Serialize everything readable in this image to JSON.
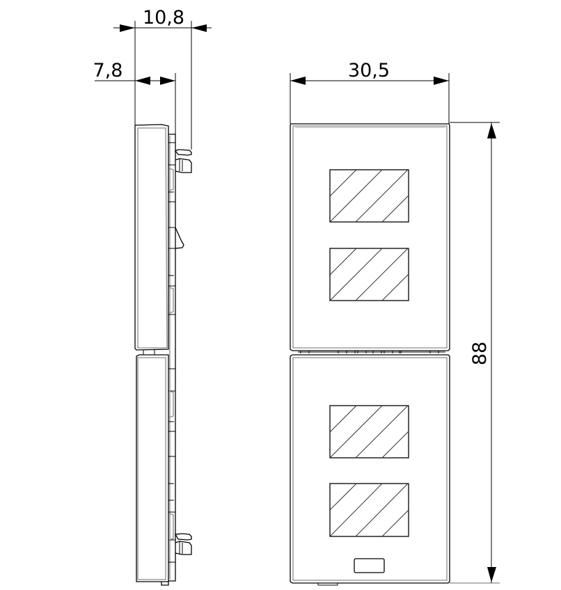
{
  "drawing": {
    "type": "technical dimension drawing",
    "views": [
      "side-view",
      "front-view"
    ],
    "units": "mm"
  },
  "dimensions": {
    "overall_depth": {
      "label": "10,8",
      "value": 10.8
    },
    "plate_depth": {
      "label": "7,8",
      "value": 7.8
    },
    "width": {
      "label": "30,5",
      "value": 30.5
    },
    "height": {
      "label": "88",
      "value": 88
    }
  },
  "front_view": {
    "modules": 2,
    "hatched_windows": 4,
    "indicator_slot": 1
  },
  "colors": {
    "line": "#000000",
    "secondary_line": "#8a8a8a",
    "background": "#ffffff"
  }
}
